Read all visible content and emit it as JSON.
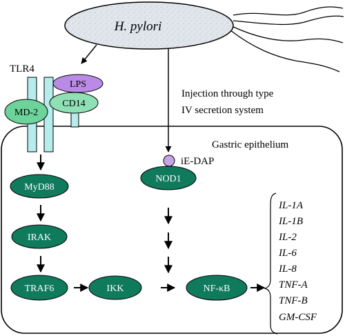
{
  "bacterium": {
    "label": "H. pylori"
  },
  "receptors": {
    "tlr4": "TLR4",
    "md2": "MD-2",
    "cd14": "CD14",
    "lps": "LPS"
  },
  "injection_text": {
    "line1": "Injection through type",
    "line2": "IV secretion system"
  },
  "cell": {
    "label": "Gastric epithelium"
  },
  "ligand": {
    "ie_dap": "iE-DAP"
  },
  "nodes": {
    "nod1": "NOD1",
    "myd88": "MyD88",
    "irak": "IRAK",
    "traf6": "TRAF6",
    "ikk": "IKK",
    "nfkb": "NF-κB"
  },
  "cytokines": [
    "IL-1A",
    "IL-1B",
    "IL-2",
    "IL-6",
    "IL-8",
    "TNF-A",
    "TNF-B",
    "GM-CSF"
  ],
  "colors": {
    "node_fill": "#0f7a5c",
    "md2_fill": "#6ed39a",
    "cd14_fill": "#8fe0b4",
    "lps_fill": "#b98be6",
    "receptor_bar": "#b6ecec",
    "ligand_ball": "#c7a3e8",
    "bacterium_fill": "#dde3ea"
  }
}
